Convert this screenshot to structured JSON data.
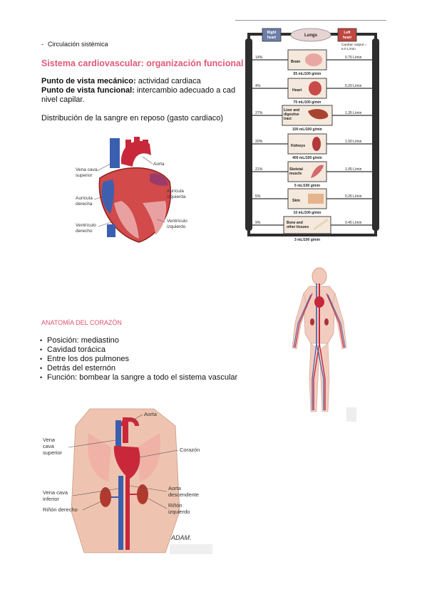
{
  "header": {
    "subtitle": "Circulación sistémica"
  },
  "section1": {
    "title": "Sistema cardiovascular: organización funcional",
    "line1_bold": "Punto de vista mecánico:",
    "line1_text": " actividad cardiaca",
    "line2_bold": "Punto de vista funcional:",
    "line2_text": " intercambio adecuado a cad",
    "line3": "nivel capilar.",
    "line4": "Distribución de la sangre en reposo (gasto cardiaco)"
  },
  "heart_labels": {
    "vena_cava_1": "Vena cava",
    "vena_cava_2": "superior",
    "aorta": "Aorta",
    "auricula_d_1": "Aurícula",
    "auricula_d_2": "derecha",
    "auricula_i_1": "Aurícula",
    "auricula_i_2": "izquierda",
    "ventriculo_d_1": "Ventrículo",
    "ventriculo_d_2": "derecho",
    "ventriculo_i_1": "Ventrículo",
    "ventriculo_i_2": "izquierdo"
  },
  "flow_chart": {
    "right_heart_1": "Right",
    "right_heart_2": "heart",
    "lungs": "Lungs",
    "left_heart_1": "Left",
    "left_heart_2": "heart",
    "cardiac_output_1": "Cardiac output =",
    "cardiac_output_2": "5.0 L/min",
    "organs": [
      {
        "name": "Brain",
        "pct": "14%",
        "flow": "0.75 L/min",
        "rate": "55 mL/100 g/min"
      },
      {
        "name": "Heart",
        "pct": "4%",
        "flow": "0.20 L/min",
        "rate": "70 mL/100 g/min"
      },
      {
        "name_1": "Liver and",
        "name_2": "digestive",
        "name_3": "tract",
        "pct": "27%",
        "flow": "1.35 L/min",
        "rate": "100 mL/100 g/min"
      },
      {
        "name": "Kidneys",
        "pct": "20%",
        "flow": "1.00 L/min",
        "rate": "400 mL/100 g/min"
      },
      {
        "name_1": "Skeletal",
        "name_2": "muscle",
        "pct": "21%",
        "flow": "1.05 L/min",
        "rate": "5 mL/100 g/min"
      },
      {
        "name": "Skin",
        "pct": "5%",
        "flow": "0.25 L/min",
        "rate": "10 mL/100 g/min"
      },
      {
        "name_1": "Bone and",
        "name_2": "other tissues",
        "pct": "9%",
        "flow": "0.45 L/min",
        "rate": "3 mL/100 g/min"
      }
    ]
  },
  "section2": {
    "title": "ANATOMÍA DEL CORAZÓN",
    "bullets": [
      "Posición: mediastino",
      "Cavidad torácica",
      "Entre los dos pulmones",
      "Detrás del esternón",
      "Función: bombear la sangre a todo el sistema vascular"
    ]
  },
  "torso_labels": {
    "aorta": "Aorta",
    "vena_1": "Vena",
    "vena_2": "cava",
    "vena_3": "superior",
    "corazon": "Corazón",
    "vci_1": "Vena cava",
    "vci_2": "inferior",
    "aorta_d_1": "Aorta",
    "aorta_d_2": "descendente",
    "rinon_d": "Riñón derecho",
    "rinon_i_1": "Riñón",
    "rinon_i_2": "izquierdo",
    "logo": "ADAM."
  }
}
